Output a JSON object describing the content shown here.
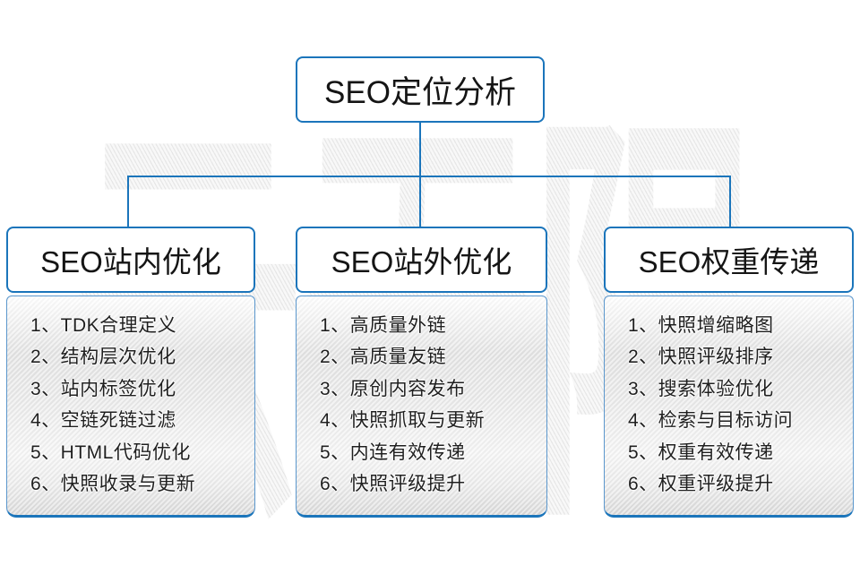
{
  "diagram": {
    "root_title": "SEO定位分析",
    "watermark": "云无限",
    "columns": [
      {
        "title": "SEO站内优化",
        "items": [
          "1、TDK合理定义",
          "2、结构层次优化",
          "3、站内标签优化",
          "4、空链死链过滤",
          "5、HTML代码优化",
          "6、快照收录与更新"
        ]
      },
      {
        "title": "SEO站外优化",
        "items": [
          "1、高质量外链",
          "2、高质量友链",
          "3、原创内容发布",
          "4、快照抓取与更新",
          "5、内连有效传递",
          "6、快照评级提升"
        ]
      },
      {
        "title": "SEO权重传递",
        "items": [
          "1、快照增缩略图",
          "2、快照评级排序",
          "3、搜索体验优化",
          "4、检索与目标访问",
          "5、权重有效传递",
          "6、权重评级提升"
        ]
      }
    ],
    "colors": {
      "accent_blue": "#1b75bb",
      "panel_border_blue": "#5b97cd",
      "text": "#1f1f1f",
      "watermark_gray": "#ededed"
    }
  }
}
